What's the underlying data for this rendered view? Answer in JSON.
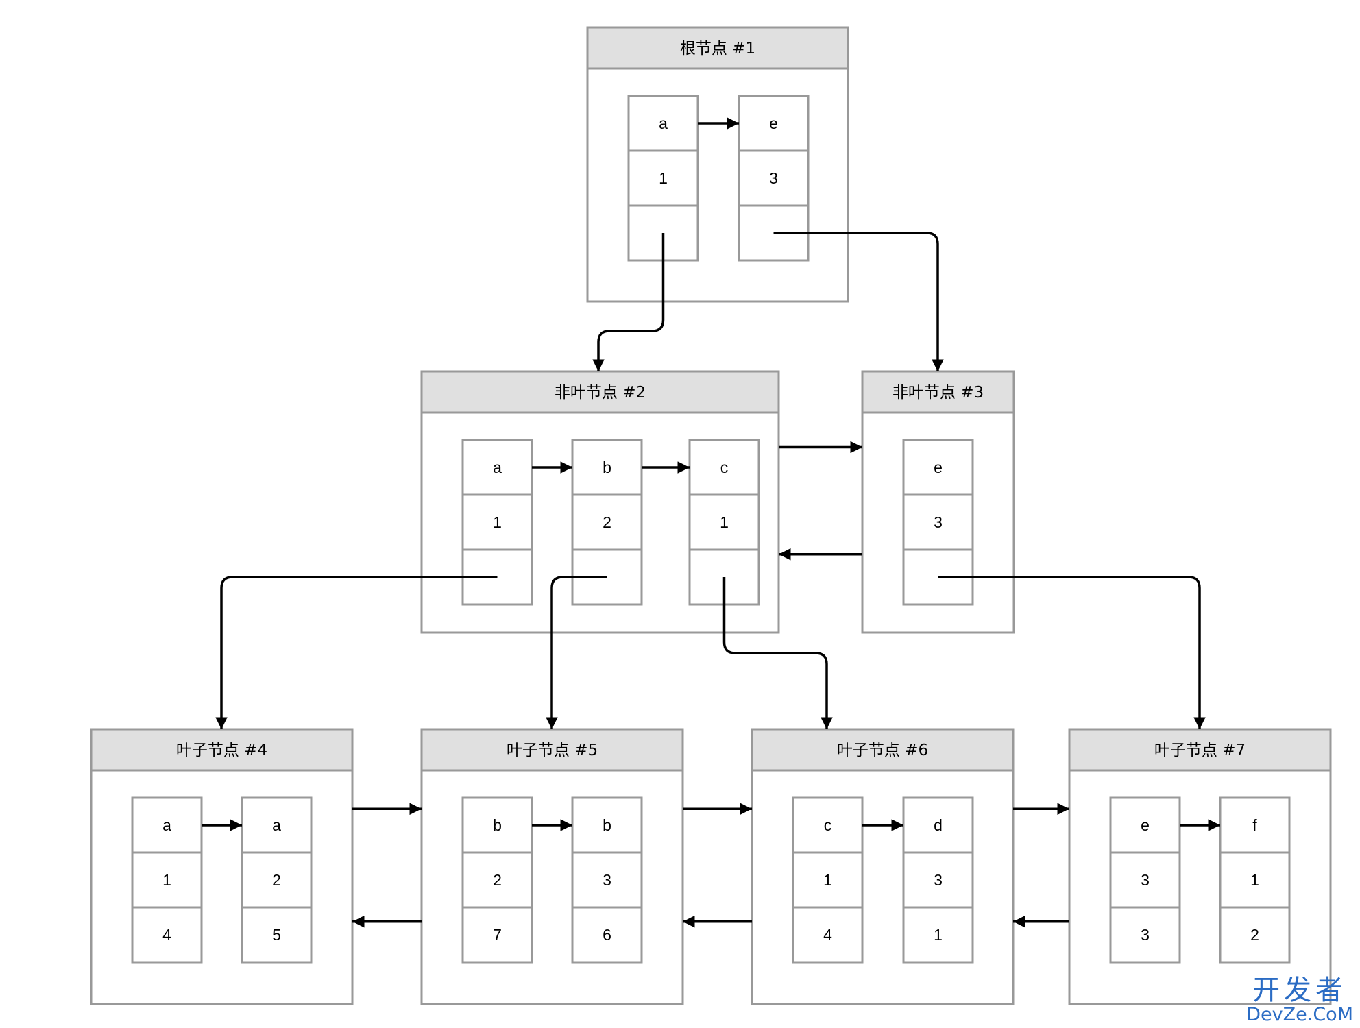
{
  "nodes": [
    {
      "id": "root",
      "title": "根节点 #1",
      "entries": [
        {
          "key": "a",
          "value": "1",
          "ptr": ""
        },
        {
          "key": "e",
          "value": "3",
          "ptr": ""
        }
      ]
    },
    {
      "id": "nonleaf2",
      "title": "非叶节点 #2",
      "entries": [
        {
          "key": "a",
          "value": "1",
          "ptr": ""
        },
        {
          "key": "b",
          "value": "2",
          "ptr": ""
        },
        {
          "key": "c",
          "value": "1",
          "ptr": ""
        }
      ]
    },
    {
      "id": "nonleaf3",
      "title": "非叶节点 #3",
      "entries": [
        {
          "key": "e",
          "value": "3",
          "ptr": ""
        }
      ]
    },
    {
      "id": "leaf4",
      "title": "叶子节点 #4",
      "entries": [
        {
          "key": "a",
          "value": "1",
          "ptr": "4"
        },
        {
          "key": "a",
          "value": "2",
          "ptr": "5"
        }
      ]
    },
    {
      "id": "leaf5",
      "title": "叶子节点 #5",
      "entries": [
        {
          "key": "b",
          "value": "2",
          "ptr": "7"
        },
        {
          "key": "b",
          "value": "3",
          "ptr": "6"
        }
      ]
    },
    {
      "id": "leaf6",
      "title": "叶子节点 #6",
      "entries": [
        {
          "key": "c",
          "value": "1",
          "ptr": "4"
        },
        {
          "key": "d",
          "value": "3",
          "ptr": "1"
        }
      ]
    },
    {
      "id": "leaf7",
      "title": "叶子节点 #7",
      "entries": [
        {
          "key": "e",
          "value": "3",
          "ptr": "3"
        },
        {
          "key": "f",
          "value": "1",
          "ptr": "2"
        }
      ]
    }
  ],
  "child_links": [
    {
      "from": "root",
      "entry": 0,
      "to": "nonleaf2"
    },
    {
      "from": "root",
      "entry": 1,
      "to": "nonleaf3"
    },
    {
      "from": "nonleaf2",
      "entry": 0,
      "to": "leaf4"
    },
    {
      "from": "nonleaf2",
      "entry": 1,
      "to": "leaf5"
    },
    {
      "from": "nonleaf2",
      "entry": 2,
      "to": "leaf6"
    },
    {
      "from": "nonleaf3",
      "entry": 0,
      "to": "leaf7"
    }
  ],
  "sibling_links": [
    {
      "from": "nonleaf2",
      "to": "nonleaf3"
    },
    {
      "from": "nonleaf3",
      "to": "nonleaf2"
    },
    {
      "from": "leaf4",
      "to": "leaf5"
    },
    {
      "from": "leaf5",
      "to": "leaf4"
    },
    {
      "from": "leaf5",
      "to": "leaf6"
    },
    {
      "from": "leaf6",
      "to": "leaf5"
    },
    {
      "from": "leaf6",
      "to": "leaf7"
    },
    {
      "from": "leaf7",
      "to": "leaf6"
    }
  ],
  "watermark": {
    "chinese": "开发者",
    "english": "DevZe.CoM"
  },
  "colors": {
    "border": "#999999",
    "header_bg": "#e0e0e0",
    "arrow": "#000000",
    "text": "#000000",
    "watermark": "#2b6cc4"
  }
}
